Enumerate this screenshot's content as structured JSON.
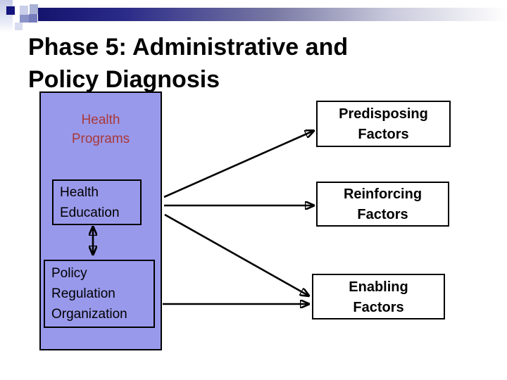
{
  "title": {
    "line1": "Phase 5: Administrative and",
    "line2": "Policy Diagnosis"
  },
  "diagram": {
    "health_programs": {
      "line1": "Health",
      "line2": "Programs"
    },
    "health_education": {
      "line1": "Health",
      "line2": "Education"
    },
    "policy_regulation_organization": {
      "line1": "Policy",
      "line2": "Regulation",
      "line3": "Organization"
    },
    "predisposing_factors": {
      "line1": "Predisposing",
      "line2": "Factors"
    },
    "reinforcing_factors": {
      "line1": "Reinforcing",
      "line2": "Factors"
    },
    "enabling_factors": {
      "line1": "Enabling",
      "line2": "Factors"
    },
    "edges": [
      {
        "from": "health-education",
        "to": "predisposing-factors",
        "type": "arrow"
      },
      {
        "from": "health-education",
        "to": "reinforcing-factors",
        "type": "arrow"
      },
      {
        "from": "health-education",
        "to": "enabling-factors",
        "type": "arrow"
      },
      {
        "from": "policy-regulation-organization",
        "to": "enabling-factors",
        "type": "arrow"
      },
      {
        "from": "health-education",
        "to": "policy-regulation-organization",
        "type": "double-arrow"
      }
    ]
  },
  "colors": {
    "container_fill": "#9999EC",
    "health_programs_text": "#A93939",
    "header_navy": "#14146E",
    "factor_box_fill": "#FFFFFF"
  }
}
